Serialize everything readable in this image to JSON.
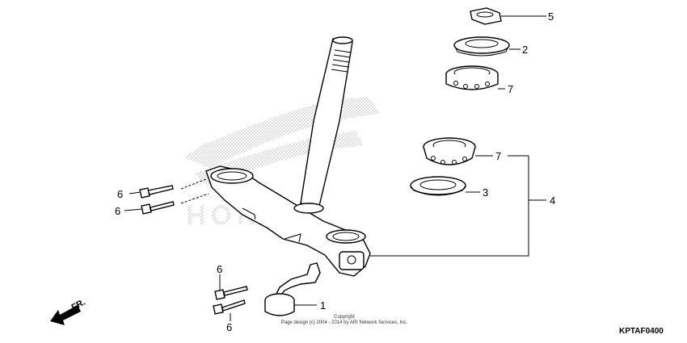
{
  "callouts": {
    "c1": "1",
    "c2": "2",
    "c3": "3",
    "c4": "4",
    "c5": "5",
    "c6a": "6",
    "c6b": "6",
    "c6c": "6",
    "c6d": "6",
    "c7a": "7",
    "c7b": "7"
  },
  "direction_label": "FR.",
  "watermark": "HONDA",
  "copyright": {
    "line1": "Copyright",
    "line2": "Page design (c) 2004 - 2014 by ARI Network Services, Inc."
  },
  "diagram_code": "KPTAF0400"
}
